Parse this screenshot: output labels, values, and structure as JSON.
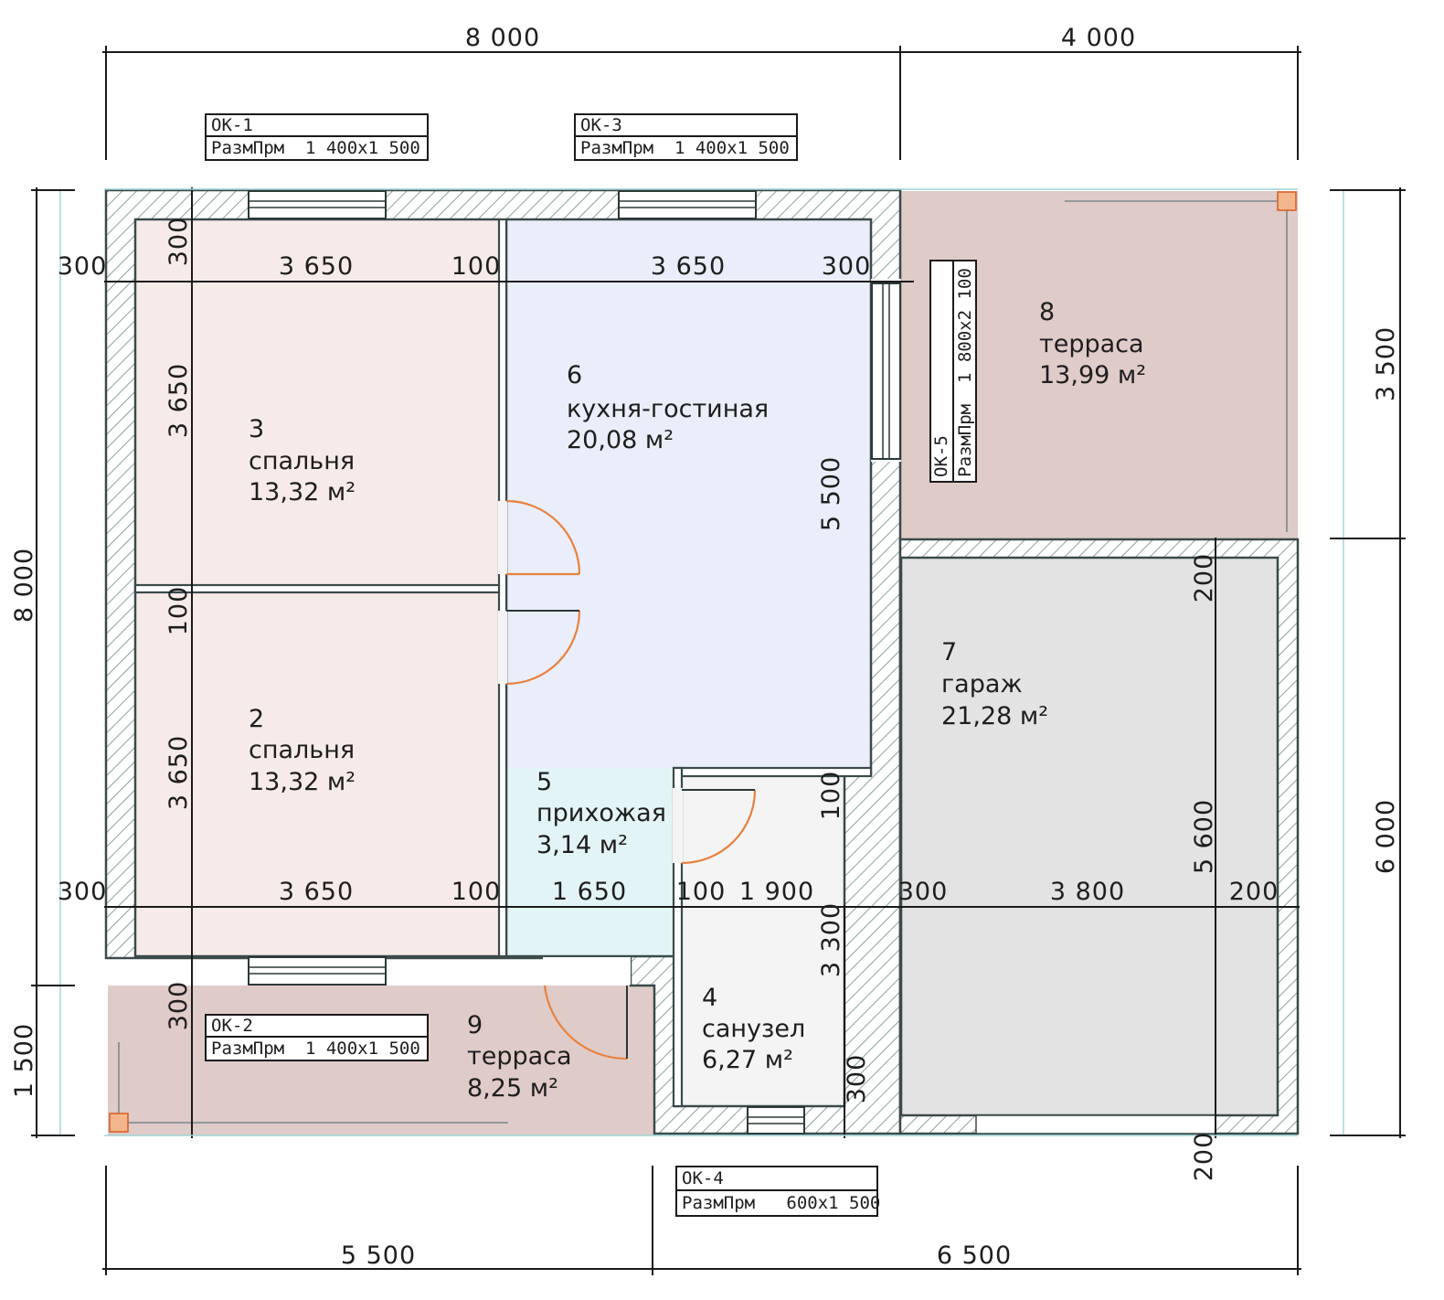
{
  "plan": {
    "top_dims": {
      "overall_left": "8 000",
      "overall_right": "4 000"
    },
    "bottom_dims": {
      "left": "5 500",
      "right": "6 500"
    },
    "left_dims": {
      "overall": "8 000",
      "terrace": "1 500"
    },
    "right_dims": {
      "top": "3 500",
      "bottom": "6 000"
    },
    "inner_dims": {
      "top_row": [
        "300",
        "3 650",
        "100",
        "3 650",
        "300"
      ],
      "bottom_row": [
        "300",
        "3 650",
        "100",
        "1 650",
        "100",
        "1 900",
        "300",
        "3 800",
        "200"
      ],
      "vertical_left": [
        "300",
        "3 650",
        "100",
        "3 650",
        "300"
      ],
      "vertical_kitchen": "5 500",
      "vertical_bath": [
        "100",
        "3 300",
        "300"
      ],
      "vertical_garage": [
        "200",
        "5 600",
        "200"
      ]
    },
    "rooms": [
      {
        "num": "2",
        "name": "спальня",
        "area": "13,32 м²"
      },
      {
        "num": "3",
        "name": "спальня",
        "area": "13,32 м²"
      },
      {
        "num": "4",
        "name": "санузел",
        "area": "6,27 м²"
      },
      {
        "num": "5",
        "name": "прихожая",
        "area": "3,14 м²"
      },
      {
        "num": "6",
        "name": "кухня-гостиная",
        "area": "20,08 м²"
      },
      {
        "num": "7",
        "name": "гараж",
        "area": "21,28 м²"
      },
      {
        "num": "8",
        "name": "терраса",
        "area": "13,99 м²"
      },
      {
        "num": "9",
        "name": "терраса",
        "area": "8,25 м²"
      }
    ],
    "windows": [
      {
        "id": "ОК-1",
        "size": "РазмПрм  1 400х1 500"
      },
      {
        "id": "ОК-3",
        "size": "РазмПрм  1 400х1 500"
      },
      {
        "id": "ОК-2",
        "size": "РазмПрм  1 400х1 500"
      },
      {
        "id": "ОК-4",
        "size": "РазмПрм   600х1 500"
      },
      {
        "id": "ОК-5",
        "size": "РазмПрм  1 800х2 100"
      }
    ],
    "colors": {
      "bedroom": "#f7ebe9",
      "kitchen": "#eaeefa",
      "hall": "#e3f4f6",
      "bath": "#f4f4f4",
      "garage": "#e3e3e3",
      "terrace": "#dfcbc8",
      "door_arc": "#e8823e",
      "wall_line": "#3b4a4a",
      "guide": "#9ed3d6"
    }
  }
}
